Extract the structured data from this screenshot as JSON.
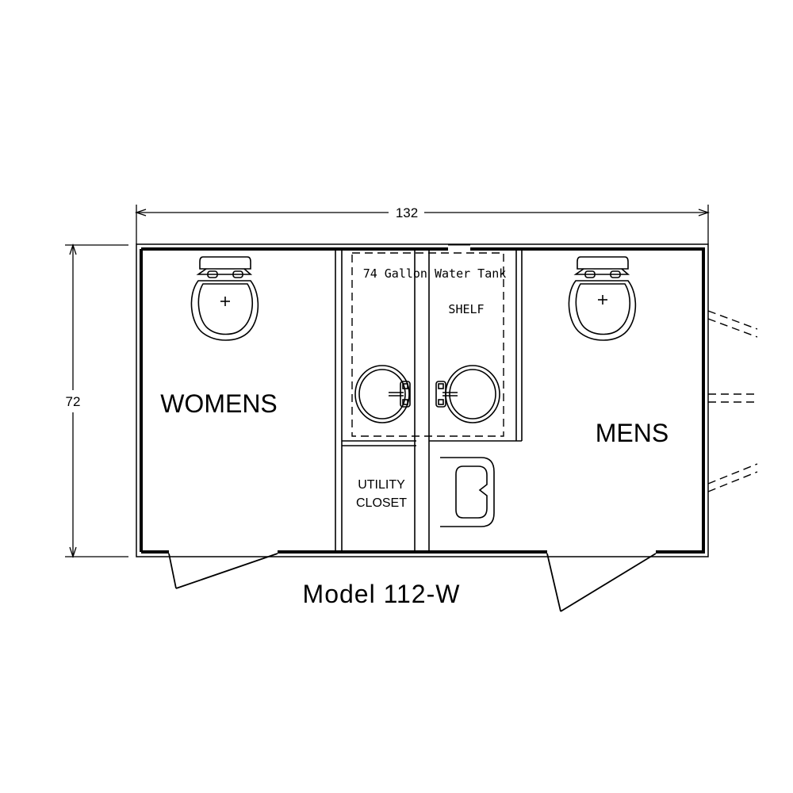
{
  "dimensions": {
    "width": "132",
    "height": "72"
  },
  "rooms": {
    "womens": "WOMENS",
    "mens": "MENS",
    "utility_closet_line1": "UTILITY",
    "utility_closet_line2": "CLOSET"
  },
  "fixtures": {
    "water_tank": "74 Gallon Water Tank",
    "shelf": "SHELF"
  },
  "model": "Model 112-W"
}
